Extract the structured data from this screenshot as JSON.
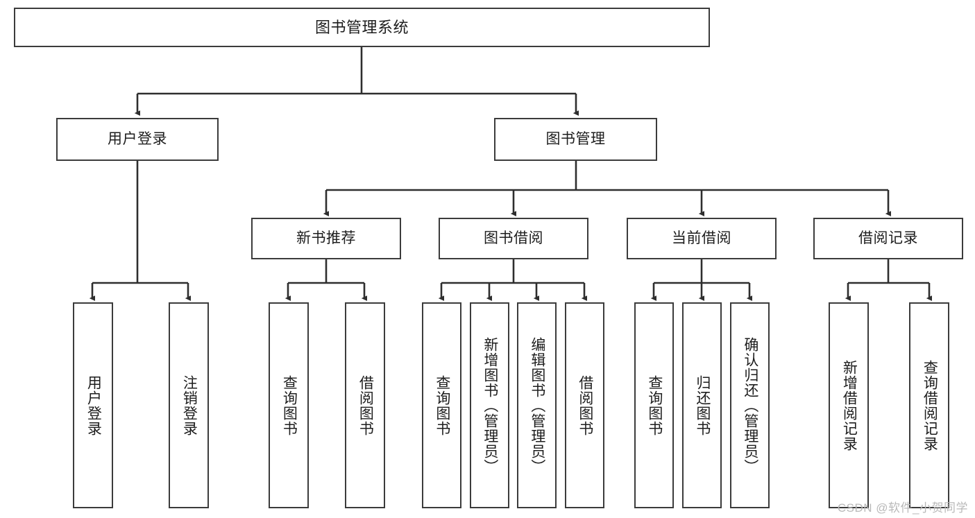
{
  "diagram": {
    "title": "图书管理系统",
    "type": "tree-hierarchy-diagram",
    "watermark": "CSDN @软件_小贺同学",
    "colors": {
      "box_border": "#3b3b3b",
      "box_fill": "#ffffff",
      "edge": "#2e2e2e",
      "text": "#1d1d1d",
      "watermark": "#b9b9b9",
      "background": "#ffffff"
    },
    "nodes": {
      "root": {
        "label": "图书管理系统"
      },
      "level2": [
        {
          "label": "用户登录"
        },
        {
          "label": "图书管理"
        }
      ],
      "level3": [
        {
          "label": "新书推荐"
        },
        {
          "label": "图书借阅"
        },
        {
          "label": "当前借阅"
        },
        {
          "label": "借阅记录"
        }
      ],
      "leaves_user_login": [
        {
          "label": "用户登录"
        },
        {
          "label": "注销登录"
        }
      ],
      "leaves_new_book": [
        {
          "label": "查询图书"
        },
        {
          "label": "借阅图书"
        }
      ],
      "leaves_borrow": [
        {
          "label": "查询图书"
        },
        {
          "label": "新增图书（管理员）"
        },
        {
          "label": "编辑图书（管理员）"
        },
        {
          "label": "借阅图书"
        }
      ],
      "leaves_current": [
        {
          "label": "查询图书"
        },
        {
          "label": "归还图书"
        },
        {
          "label": "确认归还（管理员）"
        }
      ],
      "leaves_record": [
        {
          "label": "新增借阅记录"
        },
        {
          "label": "查询借阅记录"
        }
      ]
    }
  }
}
